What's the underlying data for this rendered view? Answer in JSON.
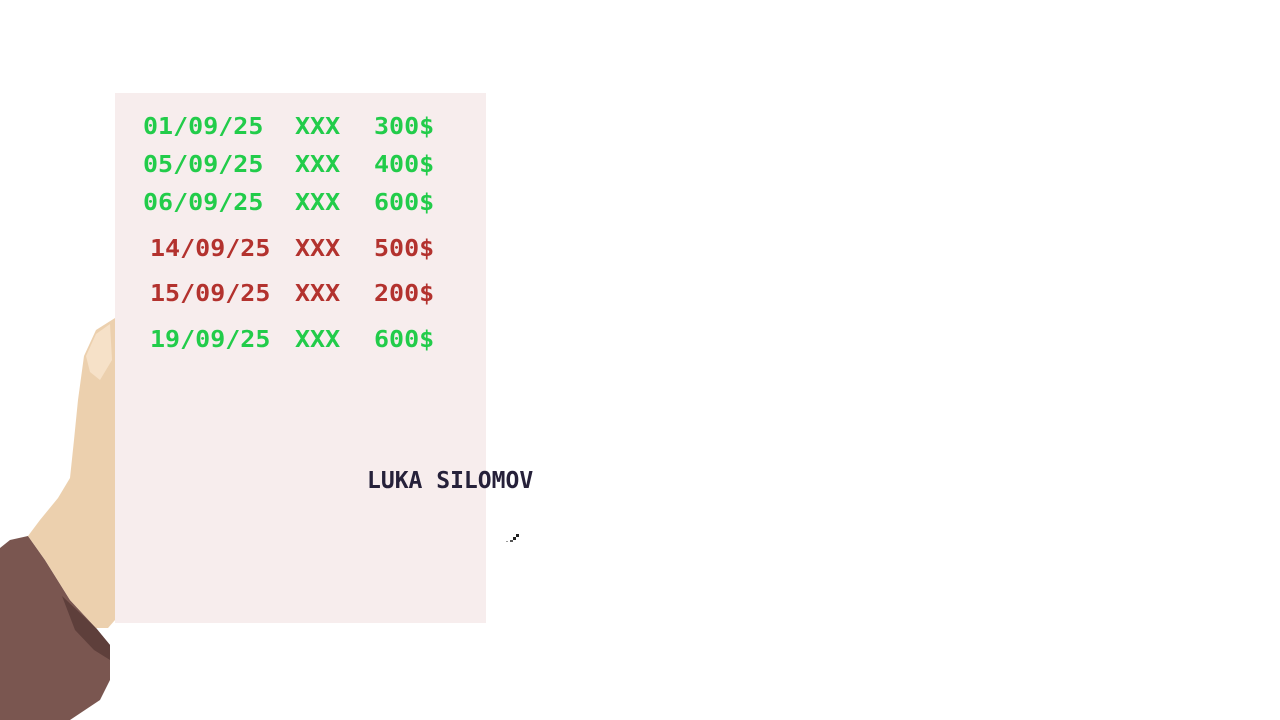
{
  "statement": {
    "rows": [
      {
        "date": "01/09/25",
        "desc": "XXX",
        "amount": "300$",
        "color": "#22cc4a"
      },
      {
        "date": "05/09/25",
        "desc": "XXX",
        "amount": "400$",
        "color": "#22cc4a"
      },
      {
        "date": "06/09/25",
        "desc": "XXX",
        "amount": "600$",
        "color": "#22cc4a"
      },
      {
        "date": "14/09/25",
        "desc": "XXX",
        "amount": "500$",
        "color": "#b3322e"
      },
      {
        "date": "15/09/25",
        "desc": "XXX",
        "amount": "200$",
        "color": "#b3322e"
      },
      {
        "date": "19/09/25",
        "desc": "XXX",
        "amount": "600$",
        "color": "#22cc4a"
      }
    ],
    "signature": "LUKA SILOMOV",
    "signature_color": "#26213a",
    "paper_color": "#f7eded"
  },
  "hand": {
    "skin_color": "#f0d4b2",
    "sleeve_color": "#7a5650"
  },
  "cursor": {
    "icon": "cursor-icon"
  }
}
